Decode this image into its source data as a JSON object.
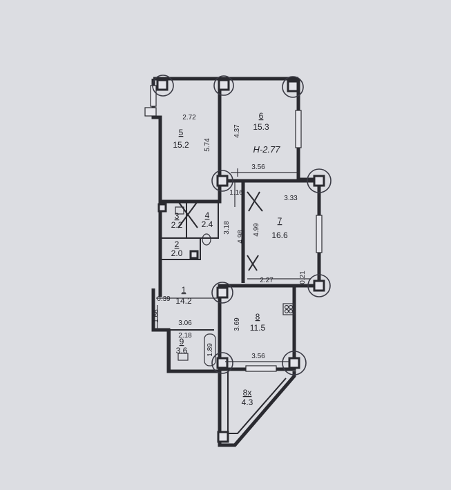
{
  "plan": {
    "ceiling_height": "H-2.77",
    "rooms": [
      {
        "number": "1",
        "area": "14.2"
      },
      {
        "number": "2",
        "area": "2.0"
      },
      {
        "number": "3",
        "area": "2.2"
      },
      {
        "number": "4",
        "area": "2.4"
      },
      {
        "number": "5",
        "area": "15.2"
      },
      {
        "number": "6",
        "area": "15.3"
      },
      {
        "number": "7",
        "area": "16.6"
      },
      {
        "number": "8",
        "area": "11.5"
      },
      {
        "number": "9",
        "area": "3.6"
      },
      {
        "number": "8x",
        "area": "4.3"
      }
    ],
    "dimensions": [
      "2.72",
      "5.74",
      "4.37",
      "3.56",
      "1.16",
      "3.33",
      "3.18",
      "4.98",
      "4.99",
      "2.27",
      "0.21",
      "0.39",
      "1.66",
      "3.06",
      "2.18",
      "3.69",
      "1.89",
      "3.56"
    ]
  }
}
